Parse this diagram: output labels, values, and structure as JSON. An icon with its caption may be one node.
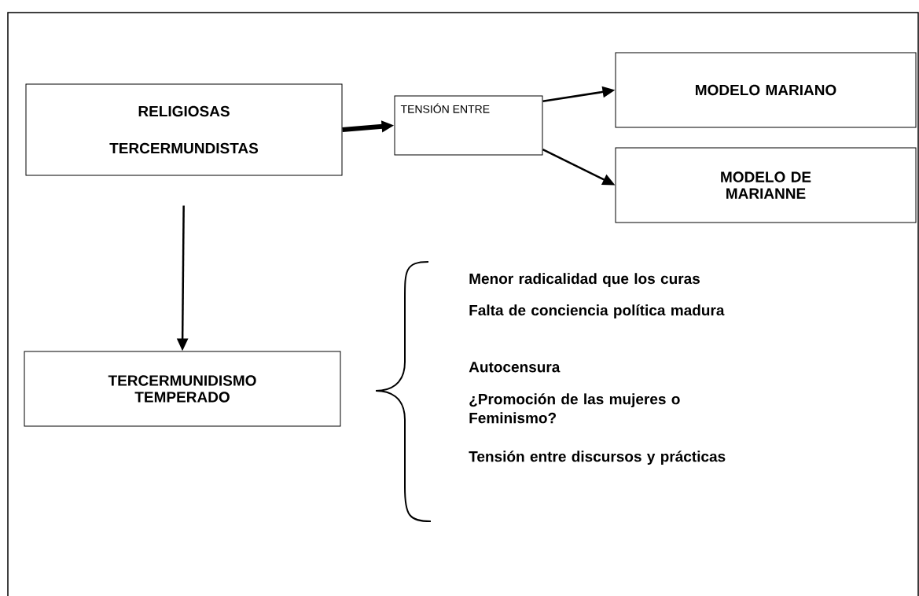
{
  "diagram": {
    "nodes": [
      {
        "text": [
          "RELIGIOSAS",
          "TERCERMUNDISTAS"
        ]
      },
      {
        "text": [
          "TENSIÓN ENTRE"
        ]
      },
      {
        "text": [
          "MODELO MARIANO"
        ]
      },
      {
        "text": [
          "MODELO DE MARIANNE"
        ]
      },
      {
        "text": [
          "TERCERMUNIDISMO TEMPERADO"
        ]
      }
    ],
    "edges": [
      {
        "from": 0,
        "to": 1,
        "arrow": "to",
        "style": "thick"
      },
      {
        "from": 1,
        "to": 2,
        "arrow": "to"
      },
      {
        "from": 1,
        "to": 3,
        "arrow": "to"
      },
      {
        "from": 0,
        "to": 4,
        "arrow": "to"
      }
    ],
    "labels": [
      "Menor radicalidad que los curas",
      "Falta de conciencia política madura",
      "Autocensura",
      "¿Promoción de las mujeres o Feminismo?",
      "Tensión entre discursos y prácticas"
    ]
  }
}
